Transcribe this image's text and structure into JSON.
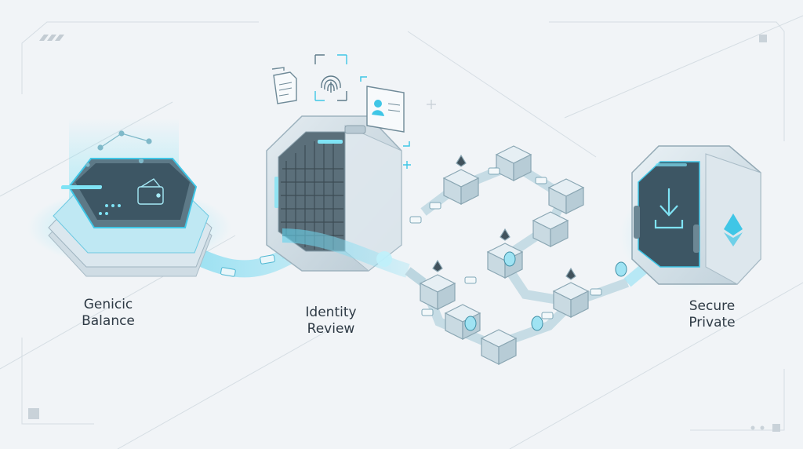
{
  "stages": {
    "balance": {
      "line1": "Genicic",
      "line2": "Balance"
    },
    "identity": {
      "line1": "Identity",
      "line2": "Review"
    },
    "private": {
      "line1": "Secure",
      "line2": "Private"
    }
  },
  "colors": {
    "background": "#f1f4f7",
    "accent": "#3fc6e6",
    "glow": "#7fe3f5",
    "panel": "#d7e3ea",
    "dark_panel": "#3d5664",
    "text": "#2e3a45"
  },
  "icons": [
    "document-icon",
    "fingerprint-icon",
    "id-card-icon",
    "wallet-icon",
    "ethereum-icon",
    "bitcoin-icon",
    "download-icon",
    "shield-icon"
  ]
}
